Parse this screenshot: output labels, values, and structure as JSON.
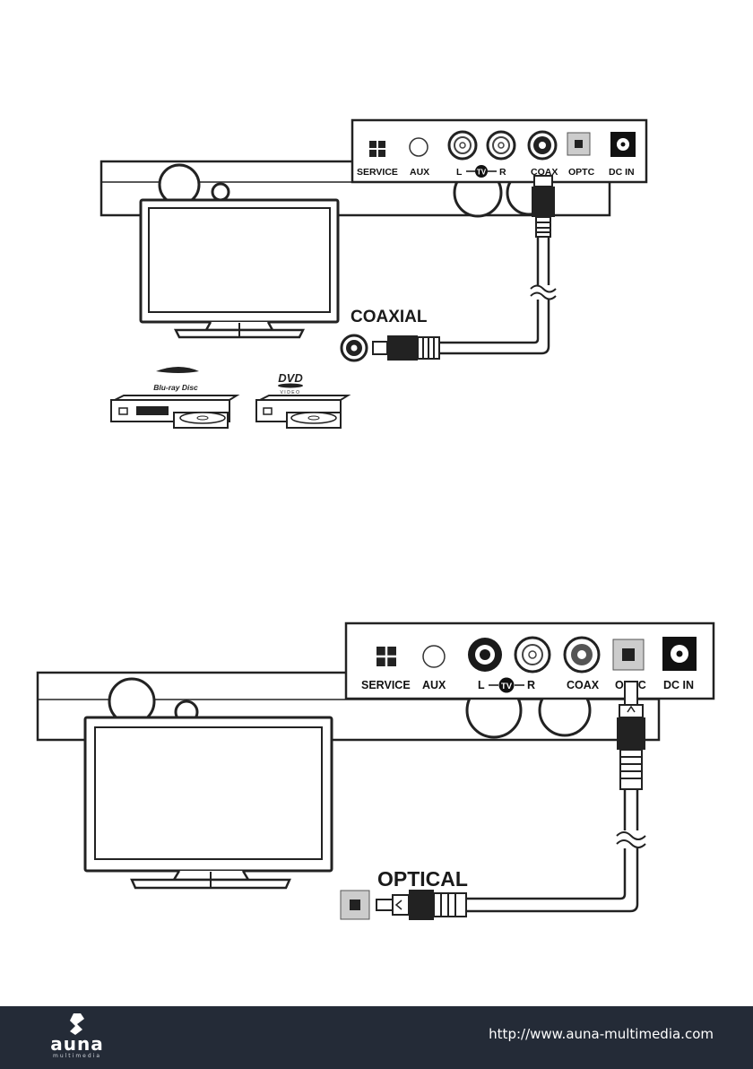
{
  "coaxial_diagram": {
    "panel_labels": {
      "service": "SERVICE",
      "aux": "AUX",
      "l": "L",
      "tv": "TV",
      "r": "R",
      "coax": "COAX",
      "optc": "OPTC",
      "dc_in": "DC IN"
    },
    "connection_label": "COAXIAL",
    "source_logos": {
      "bluray": "Blu-ray Disc",
      "dvd": "DVD",
      "dvd_sub": "VIDEO"
    }
  },
  "optical_diagram": {
    "panel_labels": {
      "service": "SERVICE",
      "aux": "AUX",
      "l": "L",
      "tv": "TV",
      "r": "R",
      "coax": "COAX",
      "optc": "OPTC",
      "dc_in": "DC IN"
    },
    "connection_label": "OPTICAL"
  },
  "footer": {
    "brand": "auna",
    "brand_sub": "multimedia",
    "url": "http://www.auna-multimedia.com",
    "background_color": "#242b37"
  }
}
